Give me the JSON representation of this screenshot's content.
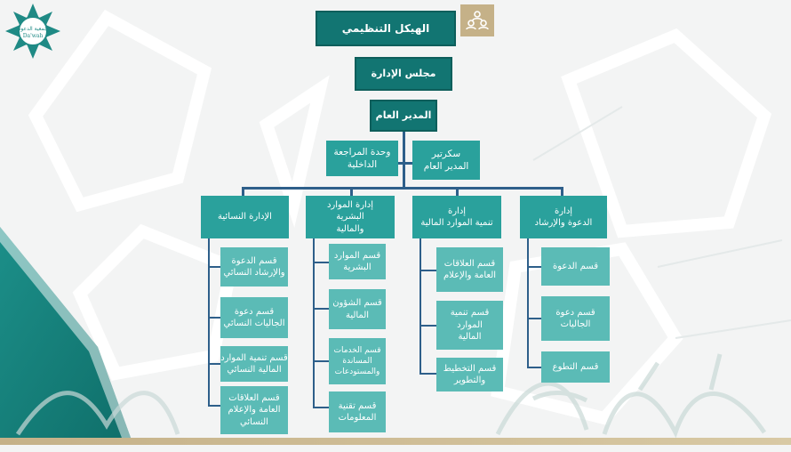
{
  "title": "الهيكل التنظيمي",
  "board": "مجلس الإدارة",
  "gm": "المدير العام",
  "audit": [
    "وحدة المراجعة",
    "الداخلية"
  ],
  "secretary": [
    "سكرتير",
    "المدير العام"
  ],
  "departments": [
    {
      "lines": [
        "الإدارة النسائية"
      ],
      "sections": [
        [
          "قسم الدعوة",
          "والإرشاد النسائي"
        ],
        [
          "قسم دعوة",
          "الجاليات النسائي"
        ],
        [
          "قسم تنمية الموارد",
          "المالية النسائي"
        ],
        [
          "قسم العلاقات",
          "العامة والإعلام",
          "النسائي"
        ]
      ]
    },
    {
      "lines": [
        "إدارة الموارد البشرية",
        "والمالية"
      ],
      "sections": [
        [
          "قسم الموارد",
          "البشرية"
        ],
        [
          "قسم الشؤون",
          "المالية"
        ],
        [
          "قسم الخدمات",
          "المساندة",
          "والمستودعات"
        ],
        [
          "قسم تقنية",
          "المعلومات"
        ]
      ]
    },
    {
      "lines": [
        "إدارة",
        "تنمية الموارد المالية"
      ],
      "sections": [
        [
          "قسم العلاقات",
          "العامة والإعلام"
        ],
        [
          "قسم تنمية الموارد",
          "المالية"
        ],
        [
          "قسم التخطيط",
          "والتطوير"
        ]
      ]
    },
    {
      "lines": [
        "إدارة",
        "الدعوة والإرشاد"
      ],
      "sections": [
        [
          "قسم الدعوة"
        ],
        [
          "قسم دعوة",
          "الجاليات"
        ],
        [
          "قسم التطوع"
        ]
      ]
    }
  ],
  "logo": {
    "arabic": "جمعية الدعوة",
    "latin": "Da'wah"
  },
  "colors": {
    "dark": "#127572",
    "mid": "#2aa19c",
    "light": "#5bbbb6",
    "line": "#2e5f8a"
  }
}
